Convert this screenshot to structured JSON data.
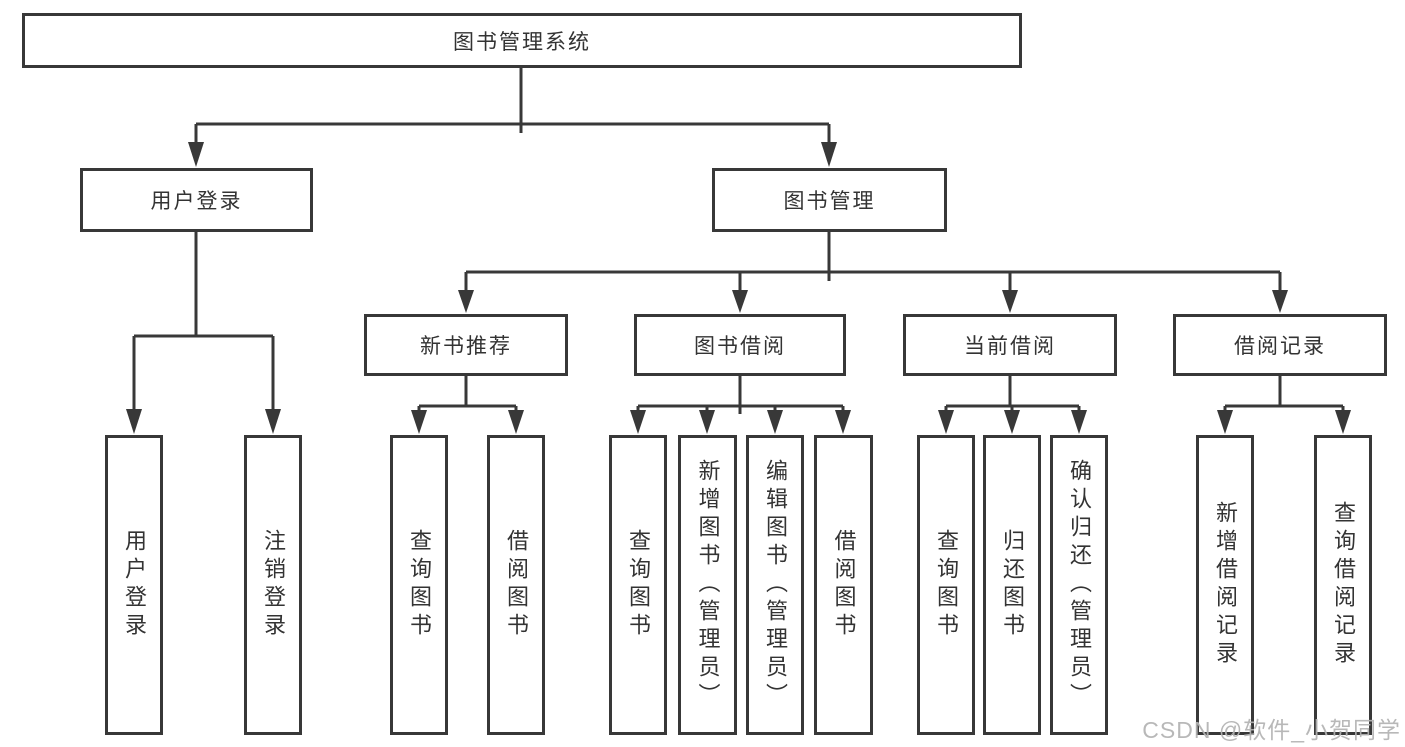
{
  "diagram": {
    "root": {
      "label": "图书管理系统"
    },
    "branches": [
      {
        "label": "用户登录",
        "children": [
          {
            "label": "用户登录"
          },
          {
            "label": "注销登录"
          }
        ]
      },
      {
        "label": "图书管理",
        "children": [
          {
            "label": "新书推荐",
            "children": [
              {
                "label": "查询图书"
              },
              {
                "label": "借阅图书"
              }
            ]
          },
          {
            "label": "图书借阅",
            "children": [
              {
                "label": "查询图书"
              },
              {
                "label": "新增图书（管理员）"
              },
              {
                "label": "编辑图书（管理员）"
              },
              {
                "label": "借阅图书"
              }
            ]
          },
          {
            "label": "当前借阅",
            "children": [
              {
                "label": "查询图书"
              },
              {
                "label": "归还图书"
              },
              {
                "label": "确认归还（管理员）"
              }
            ]
          },
          {
            "label": "借阅记录",
            "children": [
              {
                "label": "新增借阅记录"
              },
              {
                "label": "查询借阅记录"
              }
            ]
          }
        ]
      }
    ]
  },
  "watermark": "CSDN @软件_小贺同学",
  "colors": {
    "line": "#383838",
    "text": "#333333",
    "watermark": "#b3b3b3",
    "background": "#ffffff"
  }
}
